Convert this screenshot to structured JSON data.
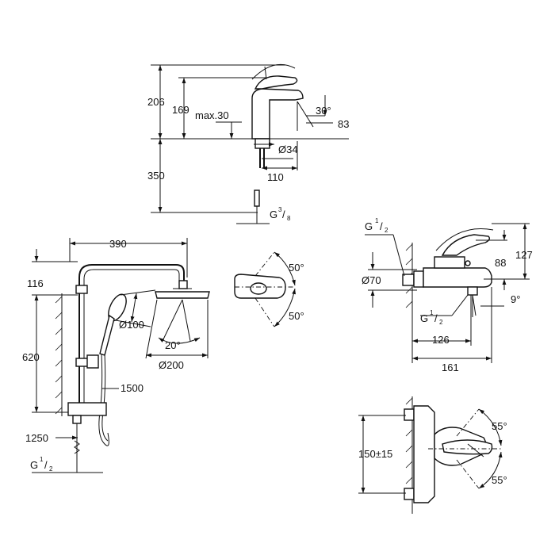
{
  "basin_mixer": {
    "dim_206": "206",
    "dim_169": "169",
    "dim_max30": "max.30",
    "dim_30deg": "30°",
    "dim_83": "83",
    "dim_diam34": "Ø34",
    "dim_350": "350",
    "dim_110": "110",
    "thread_G": "G",
    "thread_num": "3",
    "thread_den": "8"
  },
  "shower_system": {
    "dim_390": "390",
    "dim_116": "116",
    "dim_620": "620",
    "dim_diam100": "Ø100",
    "dim_20deg": "20°",
    "dim_diam200": "Ø200",
    "dim_1500": "1500",
    "dim_1250": "1250",
    "thread_G": "G",
    "thread_num": "1",
    "thread_den": "2"
  },
  "lever_top_view": {
    "dim_50deg_top": "50°",
    "dim_50deg_bottom": "50°"
  },
  "bath_mixer": {
    "thread_G": "G",
    "thread_num": "1",
    "thread_den": "2",
    "dim_127": "127",
    "dim_88": "88",
    "dim_diam70": "Ø70",
    "dim_9deg": "9°",
    "thread2_G": "G",
    "thread2_num": "1",
    "thread2_den": "2",
    "dim_126": "126",
    "dim_161": "161"
  },
  "bath_mixer_front": {
    "dim_150": "150±15",
    "dim_55deg_top": "55°",
    "dim_55deg_bottom": "55°"
  }
}
